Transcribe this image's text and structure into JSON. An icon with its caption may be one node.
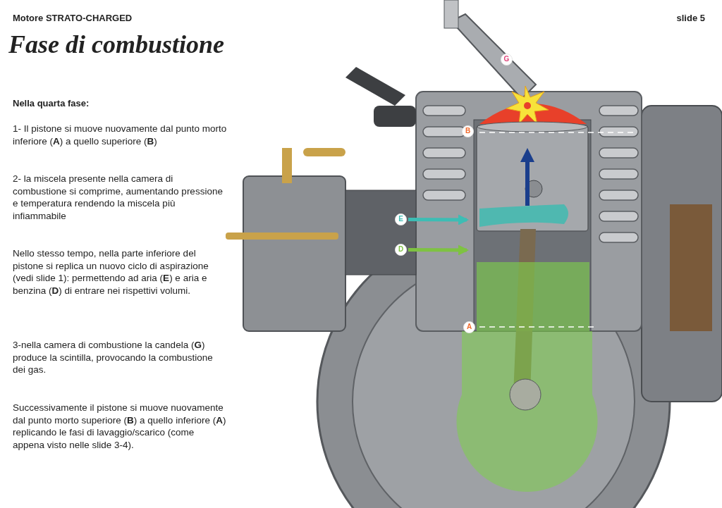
{
  "diagram": {
    "title": "Fase di combustione",
    "nodes": [
      {
        "text": [
          "G"
        ]
      },
      {
        "text": [
          "B"
        ]
      },
      {
        "text": [
          "E"
        ]
      },
      {
        "text": [
          "D"
        ]
      },
      {
        "text": [
          "A"
        ]
      }
    ],
    "edges": [
      {
        "from": 2,
        "to": null,
        "arrow": "to",
        "color": "#3dbdb4"
      },
      {
        "from": 3,
        "to": null,
        "arrow": "to",
        "color": "#7ec242"
      }
    ],
    "labels": [
      "Motore STRATO-CHARGED",
      "slide 5",
      "Nella quarta fase:",
      "1- Il pistone si muove nuovamente dal punto morto inferiore (**A**) a quello superiore (**B**)",
      "2- la miscela presente nella camera di combustione si comprime, aumentando pressione e temperatura rendendo la miscela più infiammabile",
      "Nello stesso tempo, nella parte inferiore del pistone si replica un nuovo ciclo di aspirazione (vedi slide 1): permettendo ad aria (**E**) e aria e benzina (**D**) di entrare nei rispettivi volumi.",
      "3-nella camera di combustione la candela (**G**) produce la scintilla, provocando la combustione dei gas.",
      "Successivamente il pistone si muove nuovamente dal punto morto superiore (**B**) a quello inferiore (**A**) replicando le fasi di lavaggio/scarico (come appena visto nelle slide 3-4)."
    ]
  }
}
